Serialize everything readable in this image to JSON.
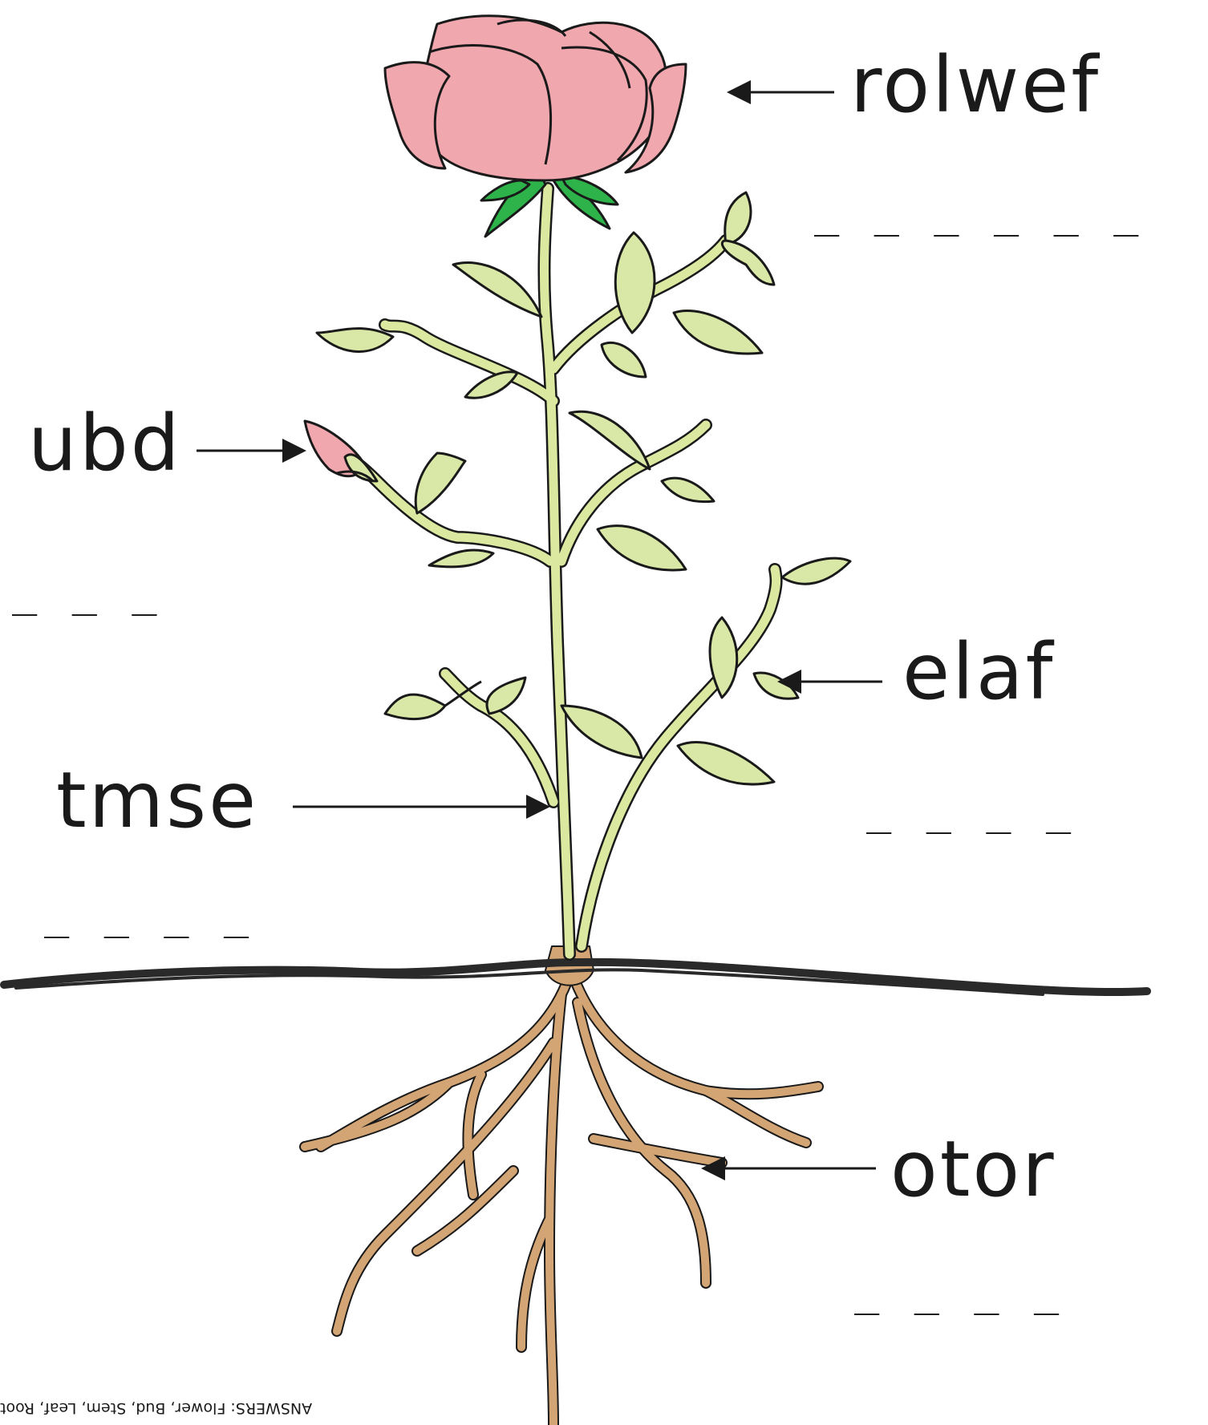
{
  "labels": {
    "flower": {
      "scrambled": "rolwef",
      "blanks": "_ _ _ _ _ _"
    },
    "bud": {
      "scrambled": "ubd",
      "blanks": "_ _ _"
    },
    "leaf": {
      "scrambled": "elaf",
      "blanks": "_ _ _ _"
    },
    "stem": {
      "scrambled": "tmse",
      "blanks": "_ _ _ _"
    },
    "root": {
      "scrambled": "otor",
      "blanks": "_ _ _ _"
    }
  },
  "answers": "ANSWERS: Flower, Bud, Stem, Leaf, Root",
  "colors": {
    "petal": "#f0a7ae",
    "sepal": "#2db34a",
    "stem": "#dbe8a0",
    "leaf": "#d9e8a6",
    "root": "#d4a574",
    "soil": "#2a2a2a",
    "ink": "#1a1a1a"
  }
}
